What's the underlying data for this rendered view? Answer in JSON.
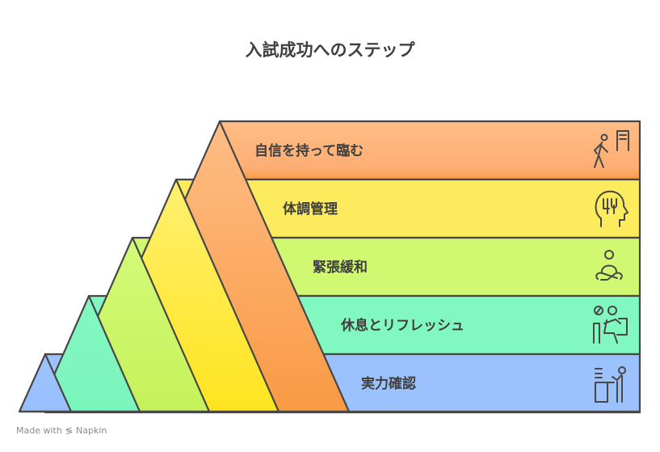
{
  "title": "入試成功へのステップ",
  "steps": [
    {
      "label": "自信を持って臨む",
      "icon": "walking-to-sign-icon",
      "color": "#fdb27c"
    },
    {
      "label": "体調管理",
      "icon": "head-with-fork-icon",
      "color": "#fdeb5e"
    },
    {
      "label": "緊張緩和",
      "icon": "meditation-icon",
      "color": "#d0f870"
    },
    {
      "label": "休息とリフレッシュ",
      "icon": "person-reading-rest-icon",
      "color": "#80f8c0"
    },
    {
      "label": "実力確認",
      "icon": "person-at-desk-icon",
      "color": "#9cc2fd"
    }
  ],
  "footer": {
    "made_with": "Made with",
    "brand": "Napkin"
  }
}
